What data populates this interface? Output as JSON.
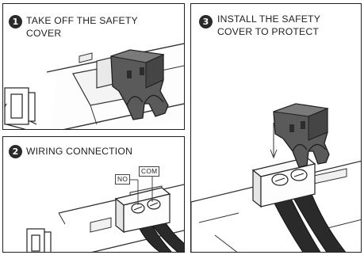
{
  "steps": [
    {
      "number": "1",
      "text": "TAKE OFF THE SAFETY\nCOVER"
    },
    {
      "number": "2",
      "text": "WIRING CONNECTION"
    },
    {
      "number": "3",
      "text": "INSTALL THE SAFETY\nCOVER TO PROTECT"
    }
  ],
  "terminal_labels": {
    "no": "NO",
    "com": "COM"
  }
}
